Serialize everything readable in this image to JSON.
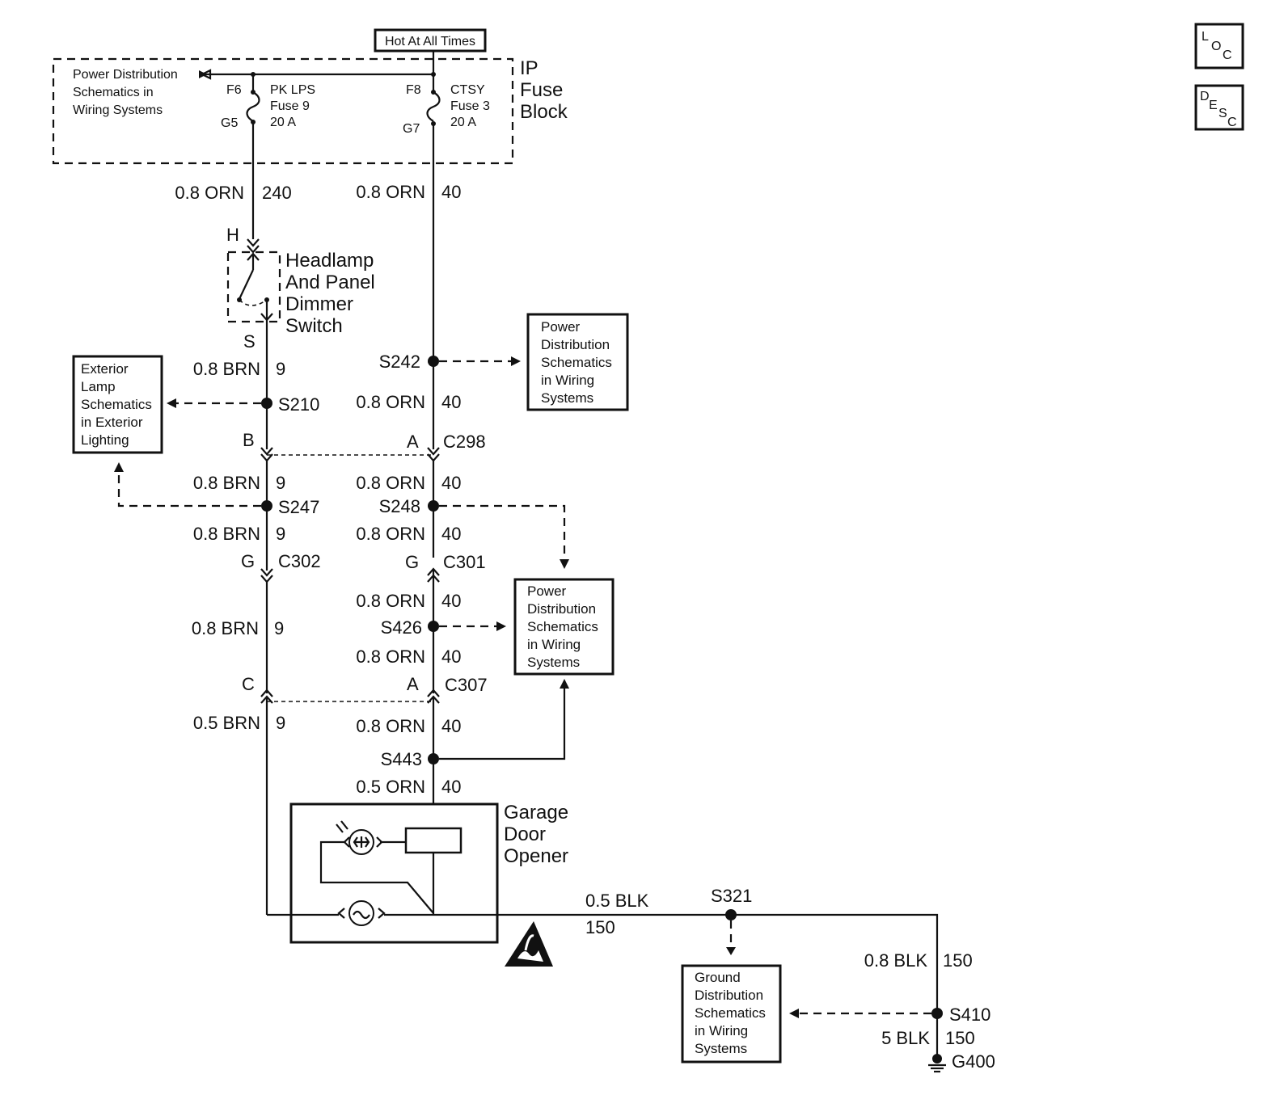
{
  "hot": "Hot At All Times",
  "fuse_block": {
    "l1": "IP",
    "l2": "Fuse",
    "l3": "Block",
    "pd1": "Power Distribution",
    "pd2": "Schematics in",
    "pd3": "Wiring Systems",
    "f6": "F6",
    "g5": "G5",
    "f8": "F8",
    "g7": "G7",
    "pk1": "PK LPS",
    "pk2": "Fuse 9",
    "pk3": "20 A",
    "ct1": "CTSY",
    "ct2": "Fuse 3",
    "ct3": "20 A"
  },
  "loc": {
    "a": "L",
    "b": "O",
    "c": "C"
  },
  "desc": {
    "a": "D",
    "b": "E",
    "c": "S",
    "d": "C"
  },
  "wires": {
    "w240": "0.8 ORN",
    "c240": "240",
    "w40a": "0.8 ORN",
    "c40a": "40",
    "w9a": "0.8 BRN",
    "c9a": "9",
    "w40b": "0.8 ORN",
    "c40b": "40",
    "w9b": "0.8 BRN",
    "c9b": "9",
    "w40c": "0.8 ORN",
    "c40c": "40",
    "w9c": "0.8 BRN",
    "c9c": "9",
    "w40d": "0.8 ORN",
    "c40d": "40",
    "w9d": "0.8 BRN",
    "c9d": "9",
    "w40e": "0.8 ORN",
    "c40e": "40",
    "w40f": "0.8 ORN",
    "c40f": "40",
    "w9e": "0.5 BRN",
    "c9e": "9",
    "w40g": "0.8 ORN",
    "c40g": "40",
    "w40h": "0.5 ORN",
    "c40h": "40",
    "wblk1": "0.5 BLK",
    "cblk1": "150",
    "wblk2": "0.8 BLK",
    "cblk2": "150",
    "wblk3": "5 BLK",
    "cblk3": "150"
  },
  "switch": {
    "l1": "Headlamp",
    "l2": "And Panel",
    "l3": "Dimmer",
    "l4": "Switch",
    "pin_h": "H",
    "pin_s": "S"
  },
  "splices": {
    "s242": "S242",
    "s210": "S210",
    "s247": "S247",
    "s248": "S248",
    "s426": "S426",
    "s443": "S443",
    "s321": "S321",
    "s410": "S410",
    "g400": "G400"
  },
  "connectors": {
    "c298": "C298",
    "c298b": "B",
    "c298a": "A",
    "c302": "C302",
    "c302g": "G",
    "c301": "C301",
    "c301g": "G",
    "c307": "C307",
    "c307c": "C",
    "c307a": "A"
  },
  "boxes": {
    "pd_a": [
      "Power",
      "Distribution",
      "Schematics",
      "in Wiring",
      "Systems"
    ],
    "ext": [
      "Exterior",
      "Lamp",
      "Schematics",
      "in Exterior",
      "Lighting"
    ],
    "pd_b": [
      "Power",
      "Distribution",
      "Schematics",
      "in Wiring",
      "Systems"
    ],
    "gnd": [
      "Ground",
      "Distribution",
      "Schematics",
      "in Wiring",
      "Systems"
    ]
  },
  "gdo": {
    "l1": "Garage",
    "l2": "Door",
    "l3": "Opener"
  }
}
